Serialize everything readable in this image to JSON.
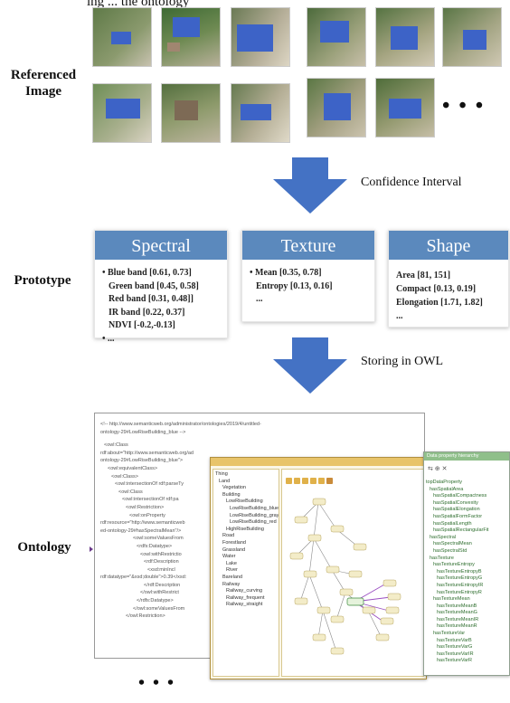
{
  "header_fragment": "ing ... the ontology",
  "rows": {
    "referenced": {
      "label_line1": "Referenced",
      "label_line2": "Image",
      "ellipsis": "• • •"
    },
    "prototype": {
      "label": "Prototype"
    },
    "ontology": {
      "label": "Ontology",
      "ellipsis": "• • •"
    }
  },
  "arrows": {
    "first": {
      "label": "Confidence Interval"
    },
    "second": {
      "label": "Storing in OWL"
    }
  },
  "prototype_boxes": {
    "spectral": {
      "title": "Spectral",
      "lines": [
        "• Blue band [0.61, 0.73]",
        "Green band [0.45, 0.58]",
        "Red band [0.31, 0.48]]",
        "IR band [0.22, 0.37]",
        "NDVI [-0.2,-0.13]",
        "• ..."
      ]
    },
    "texture": {
      "title": "Texture",
      "lines": [
        "• Mean [0.35, 0.78]",
        "Entropy [0.13, 0.16]",
        "..."
      ]
    },
    "shape": {
      "title": "Shape",
      "lines": [
        "Area [81, 151]",
        "Compact [0.13, 0.19]",
        "Elongation [1.71, 1.82]",
        "..."
      ]
    }
  },
  "owl_xml": {
    "lines": [
      "<!-- http://www.semanticweb.org/administrator/ontologies/2019/4/untitled-",
      "ontology-29#LowRiseBuilding_blue -->",
      "<owl:Class",
      "rdf:about=\"http://www.semanticweb.org/ad",
      "ontology-29#LowRiseBuilding_blue\">",
      "<owl:equivalentClass>",
      "<owl:Class>",
      "<owl:intersectionOf rdf:parseTy",
      "<owl:Class",
      "<owl:intersectionOf rdf:pa",
      "<owl:Restriction>",
      "<owl:onProperty",
      "rdf:resource=\"http://www.semanticweb",
      "ed-ontology-29#hasSpectralMean\"/>",
      "<owl:someValuesFrom",
      "<rdfs:Datatype>",
      "<owl:withRestrictio",
      "<rdf:Description",
      "<xsd:minIncl",
      "rdf:datatype=\"&xsd;double\">0.39</xsd:",
      "</rdf:Description",
      "</owl:withRestrict",
      "</rdfs:Datatype>",
      "</owl:someValuesFrom",
      "</owl:Restriction>"
    ]
  },
  "protege_tree": {
    "items": [
      "Thing",
      "Land",
      "Vegetation",
      "Building",
      "LowRiseBuilding",
      "LowRiseBuilding_blue",
      "LowRiseBuilding_gray",
      "LowRiseBuilding_red",
      "HighRiseBuilding",
      "Road",
      "Forestland",
      "Grassland",
      "Water",
      "Lake",
      "River",
      "Bareland",
      "Railway",
      "Railway_curving",
      "Railway_frequent",
      "Railway_straight"
    ]
  },
  "data_property_tree": {
    "header": "Data property hierarchy",
    "items": [
      "topDataProperty",
      "hasSpatialArea",
      "hasSpatialCompactness",
      "hasSpatialConvexity",
      "hasSpatialElongation",
      "hasSpatialFormFactor",
      "hasSpatialLength",
      "hasSpatialRectangularFit",
      "hasSpectral",
      "hasSpectralMean",
      "hasSpectralStd",
      "hasTexture",
      "hasTextureEntropy",
      "hasTextureEntropyB",
      "hasTextureEntropyG",
      "hasTextureEntropyIR",
      "hasTextureEntropyR",
      "hasTextureMean",
      "hasTextureMeanB",
      "hasTextureMeanG",
      "hasTextureMeanIR",
      "hasTextureMeanR",
      "hasTextureVar",
      "hasTextureVarB",
      "hasTextureVarG",
      "hasTextureVarIR",
      "hasTextureVarR"
    ]
  },
  "colors": {
    "arrow": "#4472c4",
    "box_header": "#5b89bd",
    "protege_bar": "#e8c46a",
    "property_green": "#3a8a3a"
  }
}
